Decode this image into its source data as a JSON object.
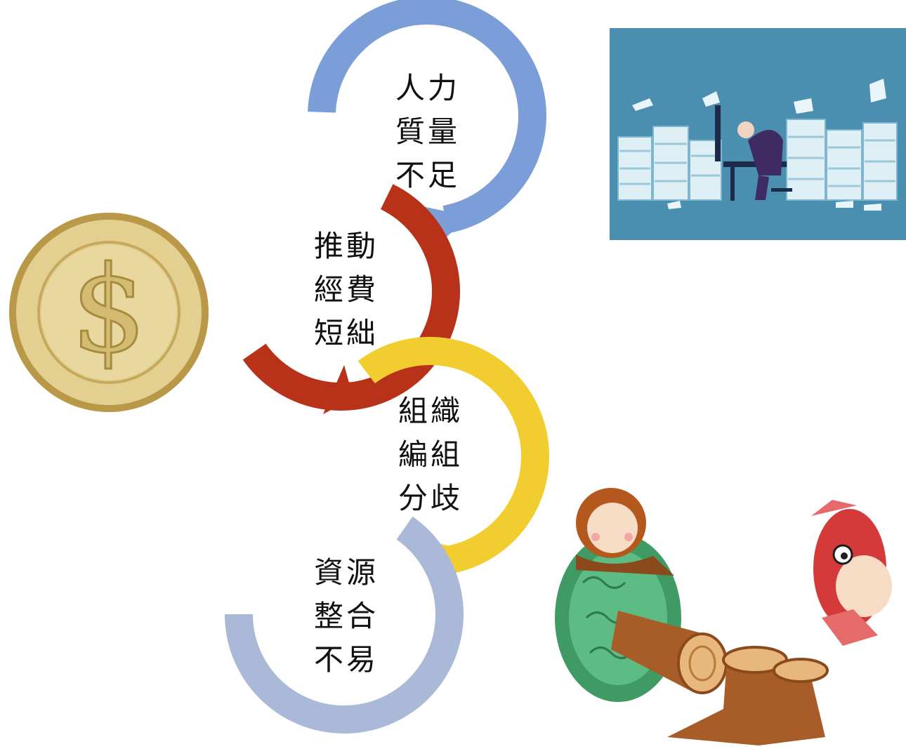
{
  "diagram": {
    "steps": [
      {
        "color": "#7b9ed8",
        "lines": [
          "人力",
          "質量",
          "不足"
        ]
      },
      {
        "color": "#b83219",
        "lines": [
          "推動",
          "經費",
          "短絀"
        ]
      },
      {
        "color": "#f2cd30",
        "lines": [
          "組織",
          "編組",
          "分歧"
        ]
      },
      {
        "color": "#aab9d8",
        "lines": [
          "資源",
          "整合",
          "不易"
        ]
      }
    ]
  },
  "illustrations": [
    {
      "icon": "dollar-coin-icon"
    },
    {
      "icon": "paperwork-overload-illustration"
    },
    {
      "icon": "cartoon-lion-and-fish-with-tree-stumps-illustration"
    }
  ]
}
